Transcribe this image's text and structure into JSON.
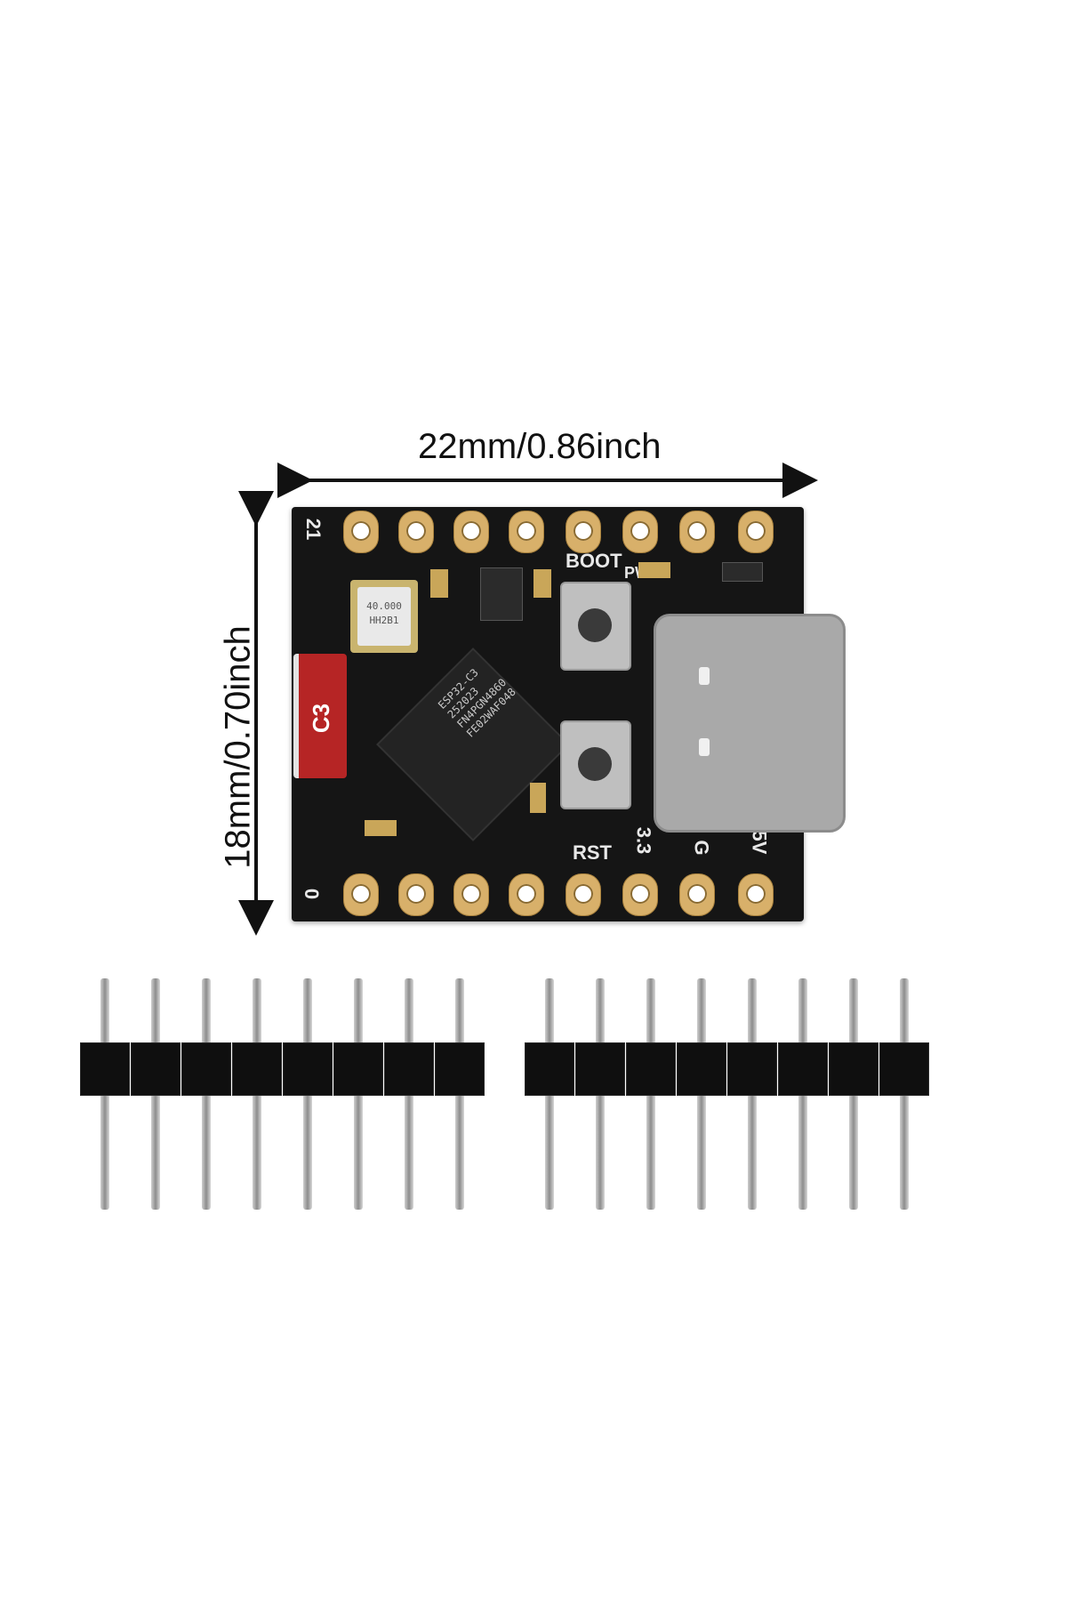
{
  "dimensions": {
    "width_label": "22mm/0.86inch",
    "height_label": "18mm/0.70inch"
  },
  "board": {
    "silkscreen": {
      "top_left_pin": "21",
      "bottom_left_pin": "0",
      "boot": "BOOT",
      "pw": "PW",
      "rst": "RST",
      "v33": "3.3",
      "gnd": "G",
      "v5": "5V",
      "badge": "C3"
    },
    "chip_marking": [
      "ESP32-C3",
      "252023",
      "FN4PGN4860",
      "FE02WAF048"
    ],
    "crystal_marking": [
      "40.000",
      "HH2B1"
    ],
    "top_pad_count": 8,
    "bottom_pad_count": 8
  },
  "pin_headers": [
    {
      "pin_count": 8
    },
    {
      "pin_count": 8
    }
  ],
  "colors": {
    "board": "#151515",
    "pad_gold": "#d8b06a",
    "badge_red": "#b62525",
    "usb_metal": "#a9a9a9",
    "header_plastic": "#0f0f0f"
  }
}
